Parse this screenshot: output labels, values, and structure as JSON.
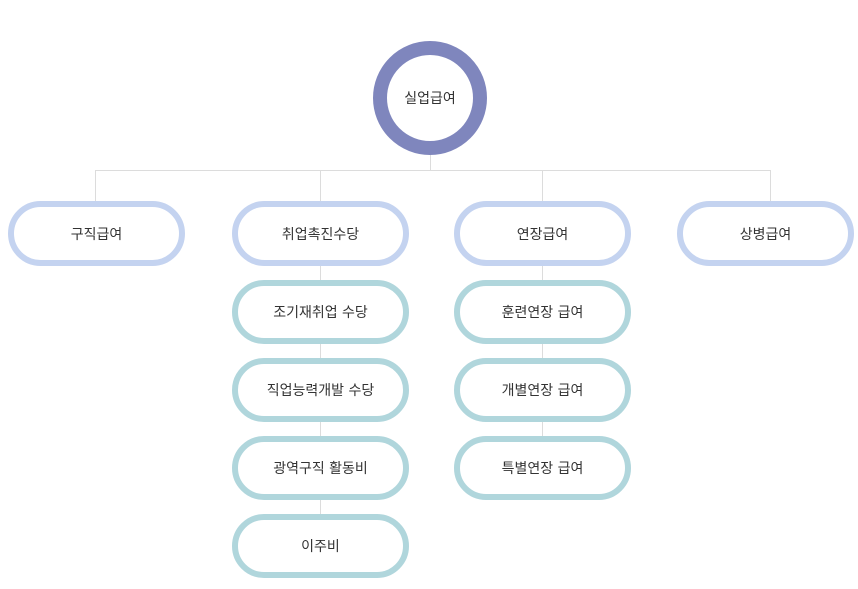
{
  "root": {
    "label": "실업급여"
  },
  "level1": [
    {
      "label": "구직급여"
    },
    {
      "label": "취업촉진수당"
    },
    {
      "label": "연장급여"
    },
    {
      "label": "상병급여"
    }
  ],
  "children_employment_promotion": [
    {
      "label": "조기재취업 수당"
    },
    {
      "label": "직업능력개발 수당"
    },
    {
      "label": "광역구직 활동비"
    },
    {
      "label": "이주비"
    }
  ],
  "children_extended": [
    {
      "label": "훈련연장 급여"
    },
    {
      "label": "개별연장 급여"
    },
    {
      "label": "특별연장 급여"
    }
  ],
  "colors": {
    "root_ring": "#7f86bd",
    "level1_border": "#c4d3f0",
    "level2_border": "#b0d6dc",
    "connector": "#dcdcdc"
  }
}
